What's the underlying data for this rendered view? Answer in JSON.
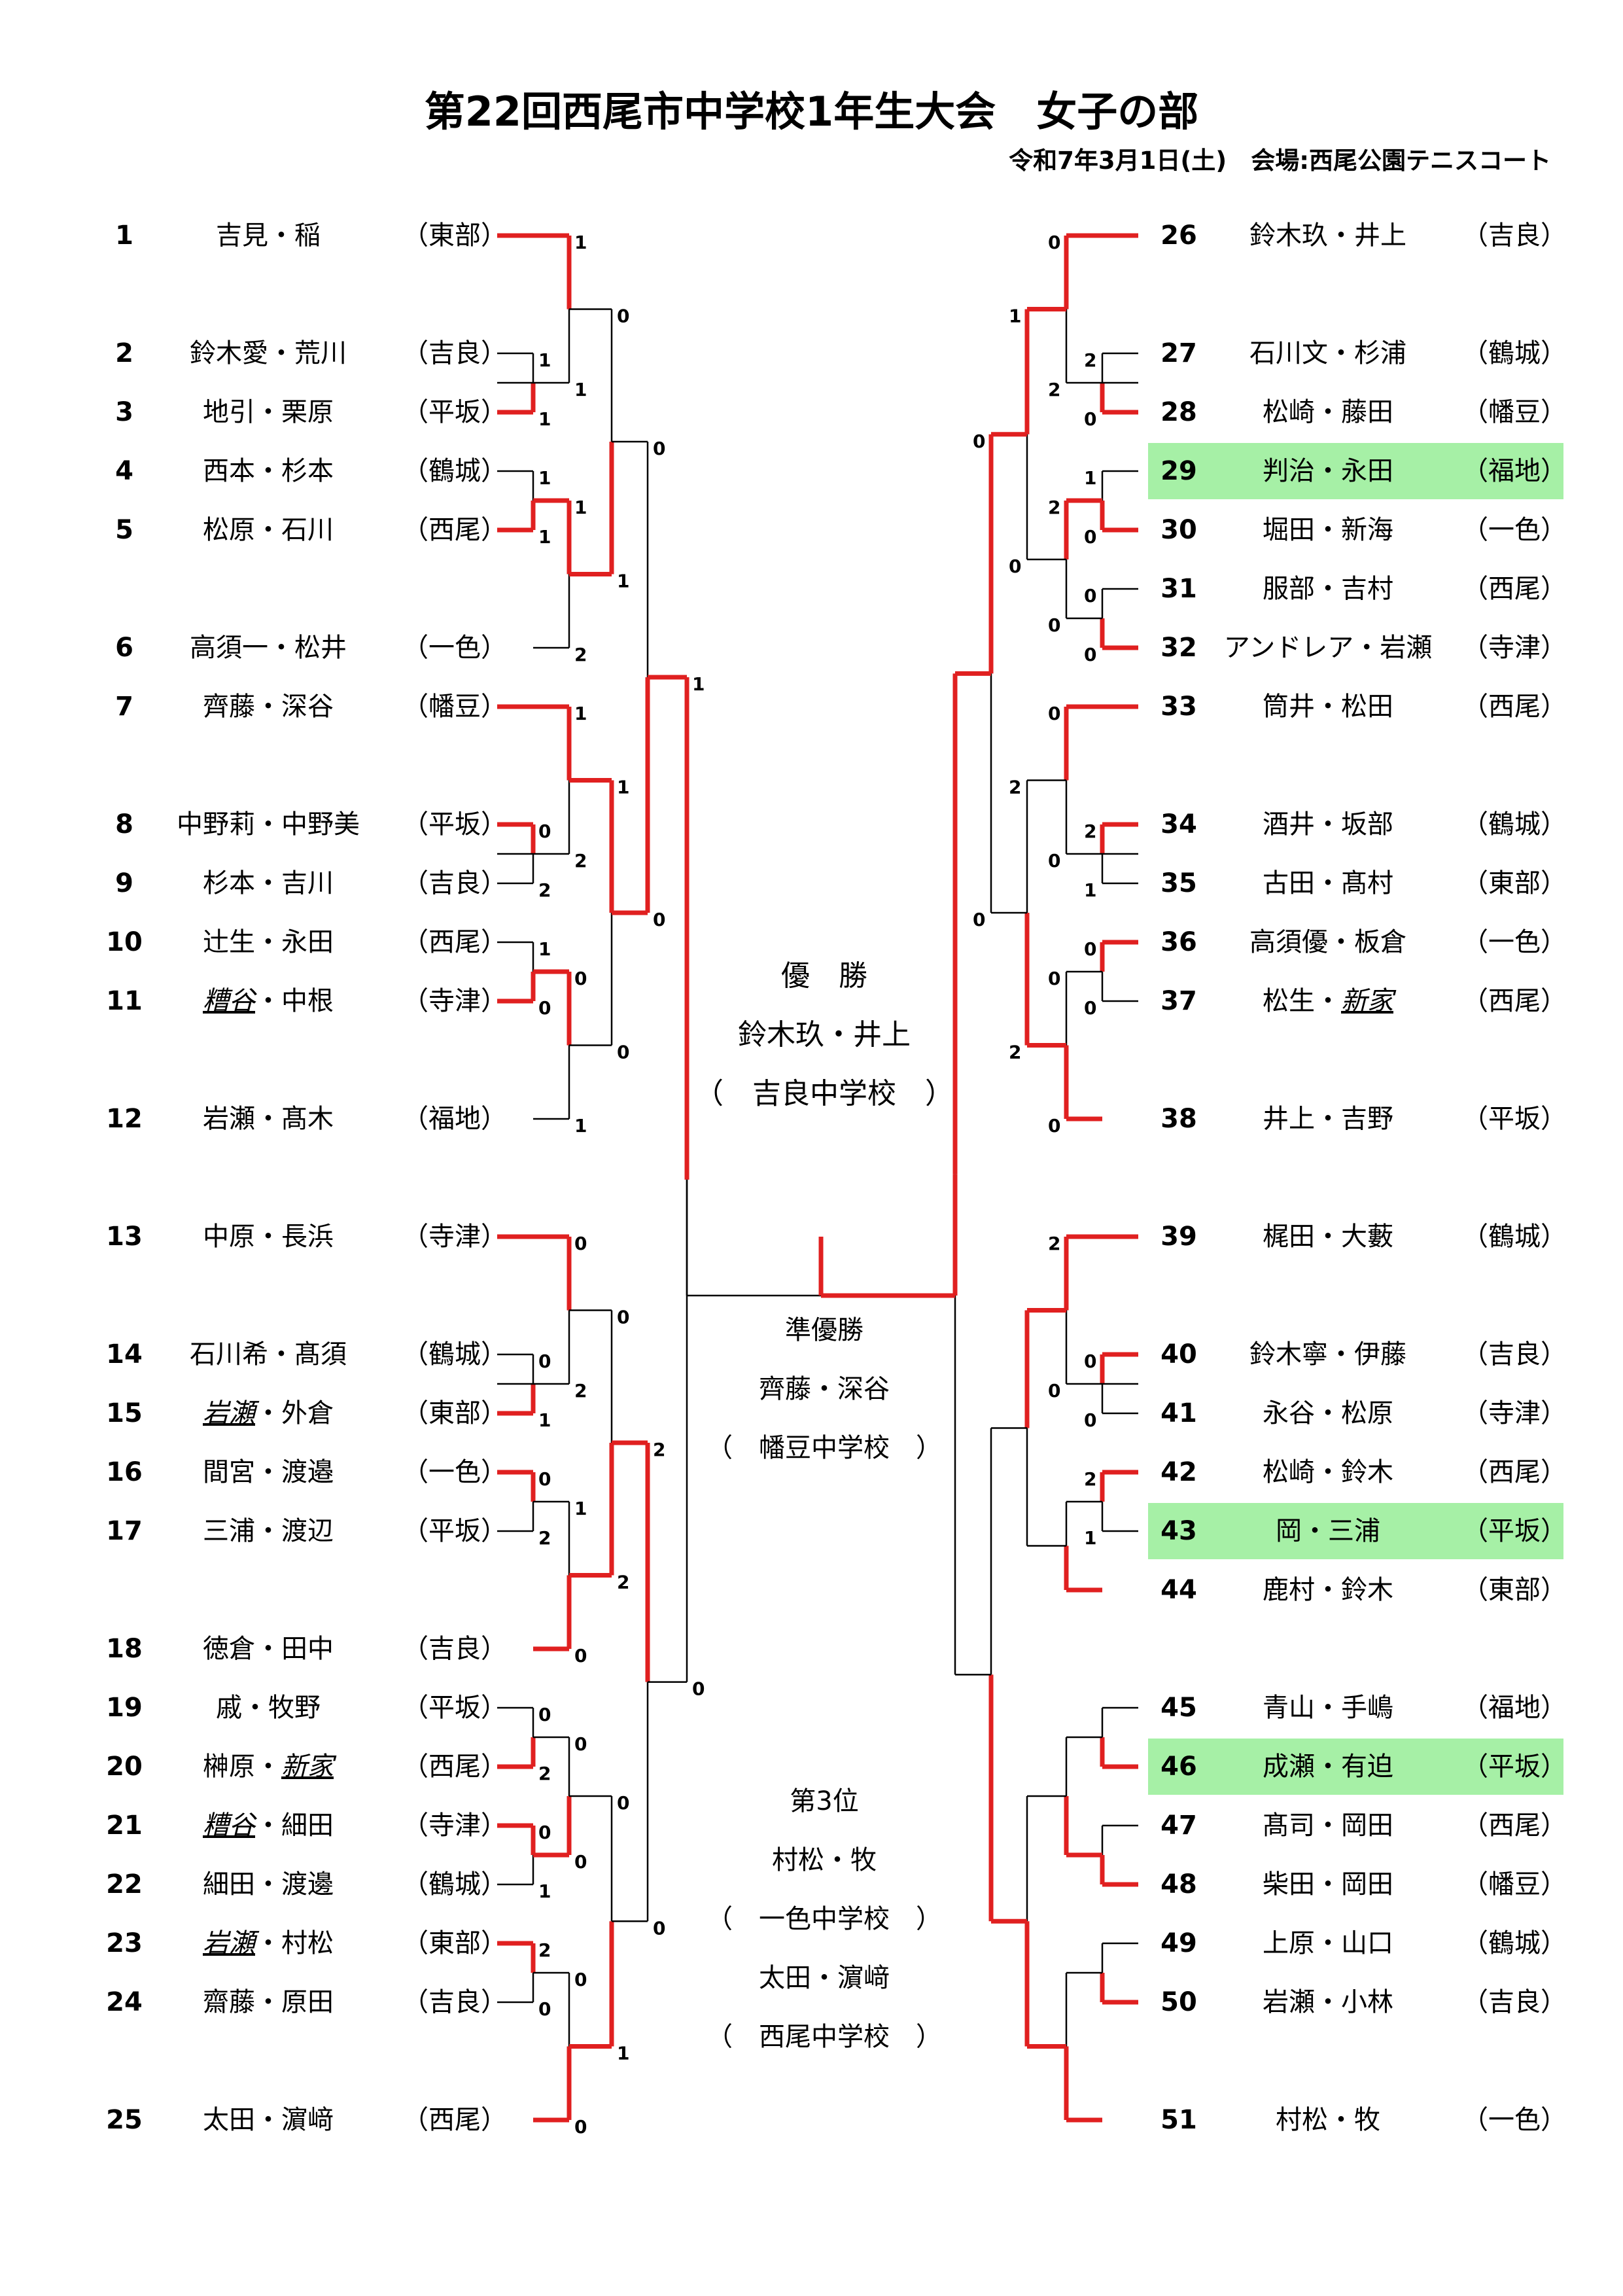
{
  "title": "第22回西尾市中学校1年生大会　女子の部",
  "subtitle": "令和7年3月1日(土)　会場:西尾公園テニスコート",
  "results": {
    "champion_label": "優　勝",
    "champion_names": "鈴木玖・井上",
    "champion_school": "（　吉良中学校　）",
    "runnerup_label": "準優勝",
    "runnerup_names": "齊藤・深谷",
    "runnerup_school": "（　幡豆中学校　）",
    "third_label": "第3位",
    "third1_names": "村松・牧",
    "third1_school": "（　一色中学校　）",
    "third2_names": "太田・濵﨑",
    "third2_school": "（　西尾中学校　）"
  },
  "left_entries": [
    {
      "num": "1",
      "names": "吉見・稲",
      "school": "（東部）"
    },
    {
      "num": "2",
      "names": "鈴木愛・荒川",
      "school": "（吉良）"
    },
    {
      "num": "3",
      "names": "地引・栗原",
      "school": "（平坂）"
    },
    {
      "num": "4",
      "names": "西本・杉本",
      "school": "（鶴城）"
    },
    {
      "num": "5",
      "names": "松原・石川",
      "school": "（西尾）"
    },
    {
      "num": "6",
      "names": "高須一・松井",
      "school": "（一色）"
    },
    {
      "num": "7",
      "names": "齊藤・深谷",
      "school": "（幡豆）"
    },
    {
      "num": "8",
      "names": "中野莉・中野美",
      "school": "（平坂）"
    },
    {
      "num": "9",
      "names": "杉本・吉川",
      "school": "（吉良）"
    },
    {
      "num": "10",
      "names": "辻生・永田",
      "school": "（西尾）"
    },
    {
      "num": "11",
      "names_u": "糟谷",
      "names_rest": "・中根",
      "school": "（寺津）"
    },
    {
      "num": "12",
      "names": "岩瀬・髙木",
      "school": "（福地）"
    },
    {
      "num": "13",
      "names": "中原・長浜",
      "school": "（寺津）"
    },
    {
      "num": "14",
      "names": "石川希・髙須",
      "school": "（鶴城）"
    },
    {
      "num": "15",
      "names_u": "岩瀬",
      "names_rest": "・外倉",
      "school": "（東部）"
    },
    {
      "num": "16",
      "names": "間宮・渡邉",
      "school": "（一色）"
    },
    {
      "num": "17",
      "names": "三浦・渡辺",
      "school": "（平坂）"
    },
    {
      "num": "18",
      "names": "徳倉・田中",
      "school": "（吉良）"
    },
    {
      "num": "19",
      "names": "戚・牧野",
      "school": "（平坂）"
    },
    {
      "num": "20",
      "names_pre": "榊原・",
      "names_u": "新家",
      "school": "（西尾）"
    },
    {
      "num": "21",
      "names_u": "糟谷",
      "names_rest": "・細田",
      "school": "（寺津）"
    },
    {
      "num": "22",
      "names": "細田・渡邊",
      "school": "（鶴城）"
    },
    {
      "num": "23",
      "names_u": "岩瀬",
      "names_rest": "・村松",
      "school": "（東部）"
    },
    {
      "num": "24",
      "names": "齋藤・原田",
      "school": "（吉良）"
    },
    {
      "num": "25",
      "names": "太田・濵﨑",
      "school": "（西尾）"
    }
  ],
  "right_entries": [
    {
      "num": "26",
      "names": "鈴木玖・井上",
      "school": "（吉良）"
    },
    {
      "num": "27",
      "names": "石川文・杉浦",
      "school": "（鶴城）"
    },
    {
      "num": "28",
      "names": "松崎・藤田",
      "school": "（幡豆）"
    },
    {
      "num": "29",
      "names": "判治・永田",
      "school": "（福地）"
    },
    {
      "num": "30",
      "names": "堀田・新海",
      "school": "（一色）"
    },
    {
      "num": "31",
      "names": "服部・吉村",
      "school": "（西尾）"
    },
    {
      "num": "32",
      "names": "アンドレア・岩瀬",
      "school": "（寺津）"
    },
    {
      "num": "33",
      "names": "筒井・松田",
      "school": "（西尾）"
    },
    {
      "num": "34",
      "names": "酒井・坂部",
      "school": "（鶴城）"
    },
    {
      "num": "35",
      "names": "古田・髙村",
      "school": "（東部）"
    },
    {
      "num": "36",
      "names": "高須優・板倉",
      "school": "（一色）"
    },
    {
      "num": "37",
      "names_pre": "松生・",
      "names_u": "新家",
      "school": "（西尾）"
    },
    {
      "num": "38",
      "names": "井上・吉野",
      "school": "（平坂）"
    },
    {
      "num": "39",
      "names": "梶田・大藪",
      "school": "（鶴城）"
    },
    {
      "num": "40",
      "names": "鈴木寧・伊藤",
      "school": "（吉良）"
    },
    {
      "num": "41",
      "names": "永谷・松原",
      "school": "（寺津）"
    },
    {
      "num": "42",
      "names": "松崎・鈴木",
      "school": "（西尾）"
    },
    {
      "num": "43",
      "names": "岡・三浦",
      "school": "（平坂）"
    },
    {
      "num": "44",
      "names": "鹿村・鈴木",
      "school": "（東部）"
    },
    {
      "num": "45",
      "names": "青山・手嶋",
      "school": "（福地）"
    },
    {
      "num": "46",
      "names": "成瀬・有迫",
      "school": "（平坂）"
    },
    {
      "num": "47",
      "names": "髙司・岡田",
      "school": "（西尾）"
    },
    {
      "num": "48",
      "names": "柴田・岡田",
      "school": "（幡豆）"
    },
    {
      "num": "49",
      "names": "上原・山口",
      "school": "（鶴城）"
    },
    {
      "num": "50",
      "names": "岩瀬・小林",
      "school": "（吉良）"
    },
    {
      "num": "51",
      "names": "村松・牧",
      "school": "（一色）"
    }
  ],
  "highlight_color": "#a6f0a6",
  "winner_line_color": "#e02020",
  "scores": [
    "1",
    "1",
    "1",
    "1",
    "1",
    "1",
    "1",
    "2",
    "0",
    "1",
    "0",
    "2",
    "1",
    "0",
    "1",
    "2",
    "0",
    "1",
    "1",
    "0",
    "0",
    "0",
    "0",
    "1",
    "0",
    "2",
    "0",
    "2",
    "1",
    "0",
    "0",
    "2",
    "0",
    "2",
    "0",
    "1",
    "2",
    "0",
    "0",
    "0",
    "0",
    "0",
    "0",
    "1",
    "2",
    "0",
    "1",
    "0",
    "2",
    "0",
    "1",
    "0",
    "0",
    "0",
    "0",
    "2",
    "2",
    "0",
    "1",
    "0",
    "2",
    "1",
    "0",
    "0",
    "0",
    "0",
    "0",
    "0",
    "2",
    "2",
    "0",
    "0",
    "0",
    "0",
    "2",
    "1",
    "2",
    "0"
  ]
}
